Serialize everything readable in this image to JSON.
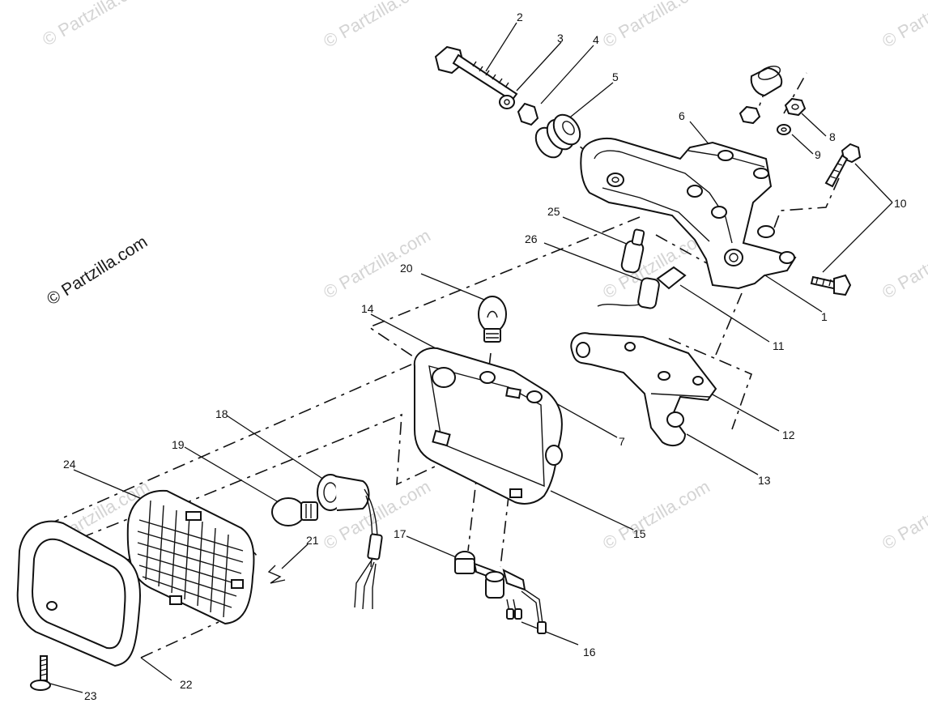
{
  "watermark": {
    "main": "© Partzilla.com",
    "faint": "© Partzilla.com"
  },
  "callouts": [
    "1",
    "2",
    "3",
    "4",
    "5",
    "6",
    "7",
    "8",
    "9",
    "10",
    "11",
    "12",
    "13",
    "14",
    "15",
    "16",
    "17",
    "18",
    "19",
    "20",
    "21",
    "22",
    "23",
    "24",
    "25",
    "26"
  ]
}
